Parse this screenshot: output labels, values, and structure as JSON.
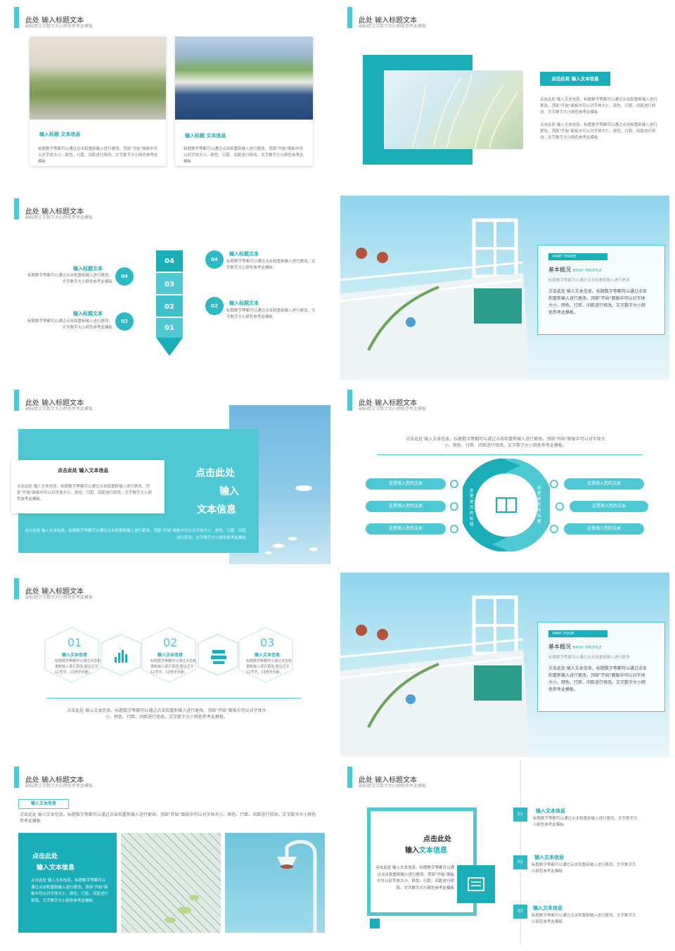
{
  "header": {
    "title": "此处 输入标题文本",
    "subtitle": "副标题文字数字大小颜色参考此模板"
  },
  "slide1": {
    "cards": [
      {
        "title": "输入标题 文本信息",
        "body": "标题数字等都可以通过点击和重新输入进行更改。顶部\"开始\"面板中可以对字体大小、颜色、行距、间距进行修改。文字数字大小颜色参考此模板"
      },
      {
        "title": "输入标题 文本信息",
        "body": "标题数字等都可以通过点击和重新输入进行更改。顶部\"开始\"面板中可以对字体大小、颜色、行距、间距进行修改。文字数字大小颜色参考此模板"
      }
    ]
  },
  "slide2": {
    "badge": "点击此处 输入文本信息",
    "paras": [
      "点击此处 输入文本信息。标题数字等都可以通过点击和重新输入进行更改。顶部\"开始\"面板中可以对字体大小、颜色、行距、间距进行修改。文字数字大小颜色参考此模板",
      "点击此处 输入文本信息。标题数字等都可以通过点击和重新输入进行更改。顶部\"开始\"面板中可以对字体大小、颜色、行距、间距进行修改。文字数字大小颜色参考此模板"
    ]
  },
  "slide3": {
    "steps": [
      "04",
      "03",
      "02",
      "01"
    ],
    "items": [
      {
        "num": "04",
        "title": "输入标题文本",
        "body": "标题数字等都可以通过点击和重新输入进行更改。文字数字大小颜色参考此模板"
      },
      {
        "num": "02",
        "title": "输入标题文本",
        "body": "标题数字等都可以通过点击和重新输入进行更改。文字数字大小颜色参考此模板"
      },
      {
        "num": "04",
        "title": "输入标题文本",
        "body": "标题数字等都可以通过点击和重新输入进行更改。文字数字大小颜色参考此模板"
      },
      {
        "num": "02",
        "title": "输入标题文本",
        "body": "标题数字等都可以通过点击和重新输入进行更改。文字数字大小颜色参考此模板"
      }
    ]
  },
  "slide4": {
    "part": "PART  THREE",
    "heading": "基本概况",
    "heading_en": "BASIC PROFILE",
    "line": "标题数字等都可以通过点击和重新输入进行更改",
    "body": "点击此处 输入文本信息。标题数字等都可以通过点击和重新输入进行更改。顶部\"开始\"面板中可以对字体大小、颜色、行距、间距进行修改。文字数字大小颜色参考此模板。"
  },
  "slide5": {
    "card_title": "点击此处 输入文本信息",
    "card_body": "点击此处 输入文本信息。标题数字等都可以通过点击和重新输入进行更改。顶部\"开始\"面板中可以对字体大小、颜色、行距、间距进行修改。文字数字大小颜色参考此模板。",
    "big": [
      "点击此处",
      "输入",
      "文本信息"
    ],
    "bottom": "点击此处 输入文本信息。标题数字等都可以通过点击和重新输入进行更改。顶部\"开始\"面板中可以对字体大小、颜色、行距、间距进行修改。文字数字大小颜色参考此模板"
  },
  "slide6": {
    "intro": "点击此处 输入文本信息。标题数字等都可以通过点击和重新输入进行更改。顶部\"开始\"面板中可以对字体大小、颜色、行距、间距进行修改。文字数字大小颜色参考此模板。",
    "pill": "这里填入您的文本",
    "arc_left": "这里是您的标题",
    "arc_right": "这里是您的标题"
  },
  "slide7": {
    "items": [
      {
        "num": "01",
        "title": "输入文本信息",
        "body": "标题数字等都可以通过点击和重新输入进行更改,建议正文11号字，13倍字间距。"
      },
      {
        "num": "02",
        "title": "输入文本信息",
        "body": "标题数字等都可以通过点击和重新输入进行更改,建议正文11号字，13倍字间距。"
      },
      {
        "num": "03",
        "title": "输入文本信息",
        "body": "标题数字等都可以通过点击和重新输入进行更改,建议正文11号字，13倍字间距。"
      }
    ],
    "bottom": "点击此处 输入文本信息。标题数字等都可以通过点击和重新输入进行更改。顶部\"开始\"面板中可以对字体大小、颜色、行距、间距进行修改。文字数字大小颜色参考此模板。"
  },
  "slide8": {
    "part": "PART  FOUR",
    "heading": "基本概况",
    "heading_en": "BASIC PROFILE",
    "line": "标题数字等都可以通过点击和重新输入进行更改",
    "body": "点击此处 输入文本信息。标题数字等都可以通过点击和重新输入进行更改。顶部\"开始\"面板中可以对字体大小、颜色、行距、间距进行修改。文字数字大小颜色参考此模板。"
  },
  "slide9": {
    "tag": "输入文本信息",
    "text": "点击此处 输入文本信息。标题数字等都可以通过点击和重新输入进行更改。顶部\"开始\"面板中可以对字体大小、颜色、行距、间距进行修改。文字数字大小颜色参考此模板",
    "box_title1": "点击此处",
    "box_title2": "输入文本信息",
    "box_body": "点击此处 输入文本信息。标题数字等都可以通过点击和重新输入进行更改。顶部\"开始\"面板中可以对字体大小、颜色、行距、间距进行修改。文字数字大小颜色参考此模板"
  },
  "slide10": {
    "big1": "点击此处",
    "big2a": "输入",
    "big2b": "文本信息",
    "body": "点击此处 输入文本信息。标题数字等都可以通过点击和重新输入进行更改。顶部\"开始\"面板中可以对字体大小、颜色、行距、间距进行修改。文字数字大小颜色参考此模板",
    "items": [
      {
        "num": "01",
        "title": "输入文本信息",
        "body": "标题数字等都可以通过点击和重新输入进行更改。文字数字大小颜色参考此模板"
      },
      {
        "num": "02",
        "title": "输入文本信息",
        "body": "标题数字等都可以通过点击和重新输入进行更改。文字数字大小颜色参考此模板"
      },
      {
        "num": "03",
        "title": "输入文本信息",
        "body": "标题数字等都可以通过点击和重新输入进行更改。文字数字大小颜色参考此模板"
      }
    ]
  },
  "colors": {
    "accent": "#4ec9d4",
    "deep": "#1aaeb9"
  }
}
